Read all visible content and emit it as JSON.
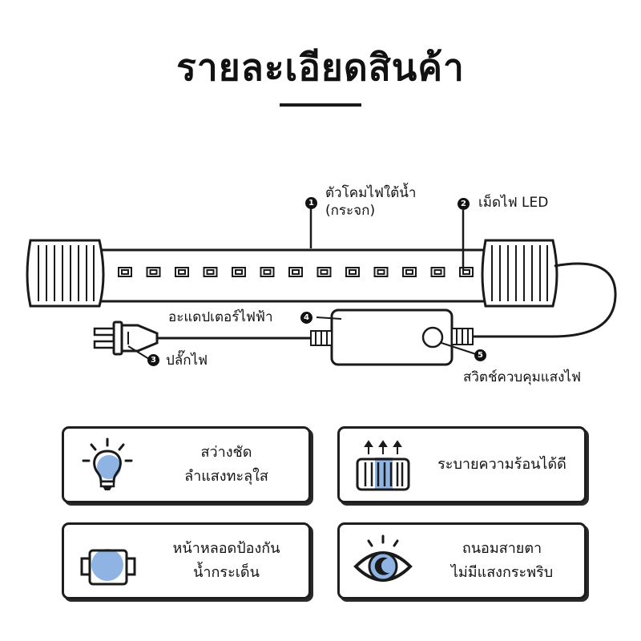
{
  "header": {
    "title": "รายละเอียดสินค้า"
  },
  "callouts": [
    {
      "num": "1",
      "line1": "ตัวโคมไฟใต้น้ำ",
      "line2": "(กระจก)"
    },
    {
      "num": "2",
      "text": "เม็ดไฟ LED"
    },
    {
      "num": "3",
      "text": "ปลั๊กไฟ"
    },
    {
      "num": "4",
      "text": "อะแดปเตอร์ไฟฟ้า"
    },
    {
      "num": "5",
      "text": "สวิตช์ควบคุมแสงไฟ"
    }
  ],
  "features": [
    {
      "icon": "light-bulb-icon",
      "line1": "สว่างชัด",
      "line2": "ลำแสงทะลุใส"
    },
    {
      "icon": "heat-vent-icon",
      "line1": "ระบายความร้อนได้ดี",
      "line2": ""
    },
    {
      "icon": "lamp-cover-icon",
      "line1": "หน้าหลอดป้องกัน",
      "line2": "น้ำกระเด็น"
    },
    {
      "icon": "eye-icon",
      "line1": "ถนอมสายตา",
      "line2": "ไม่มีแสงกระพริบ"
    }
  ],
  "colors": {
    "accent": "#8fb4e3",
    "outline": "#1a1a1a"
  }
}
